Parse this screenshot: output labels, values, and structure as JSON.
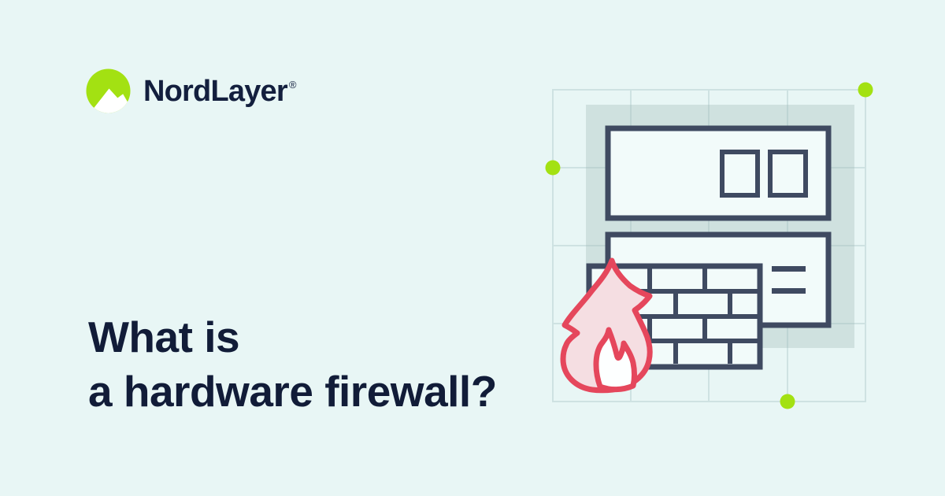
{
  "brand": {
    "name": "NordLayer",
    "registered_mark": "®"
  },
  "headline": {
    "line1": "What is",
    "line2": "a hardware firewall?"
  },
  "colors": {
    "background": "#e8f6f5",
    "navy_text": "#111c38",
    "outline_slate": "#3f4a61",
    "lime_accent": "#a3e112",
    "logo_green": "#a3e112",
    "logo_mountain_white": "#ffffff",
    "flame_red": "#e5475c",
    "flame_pink": "#f5dee2",
    "flame_core_white": "#fdffff",
    "teal_backdrop": "#cfe1df",
    "grid_line": "#9fbcbe",
    "box_fill": "#f2fbfa"
  },
  "illustration": {
    "name": "hardware-firewall-illustration",
    "elements": [
      "grid-pattern",
      "teal-backdrop-square",
      "accent-dot-left",
      "accent-dot-top-right",
      "accent-dot-bottom",
      "server-box-with-two-ports",
      "appliance-box-with-text-lines",
      "brick-wall",
      "flame"
    ]
  }
}
